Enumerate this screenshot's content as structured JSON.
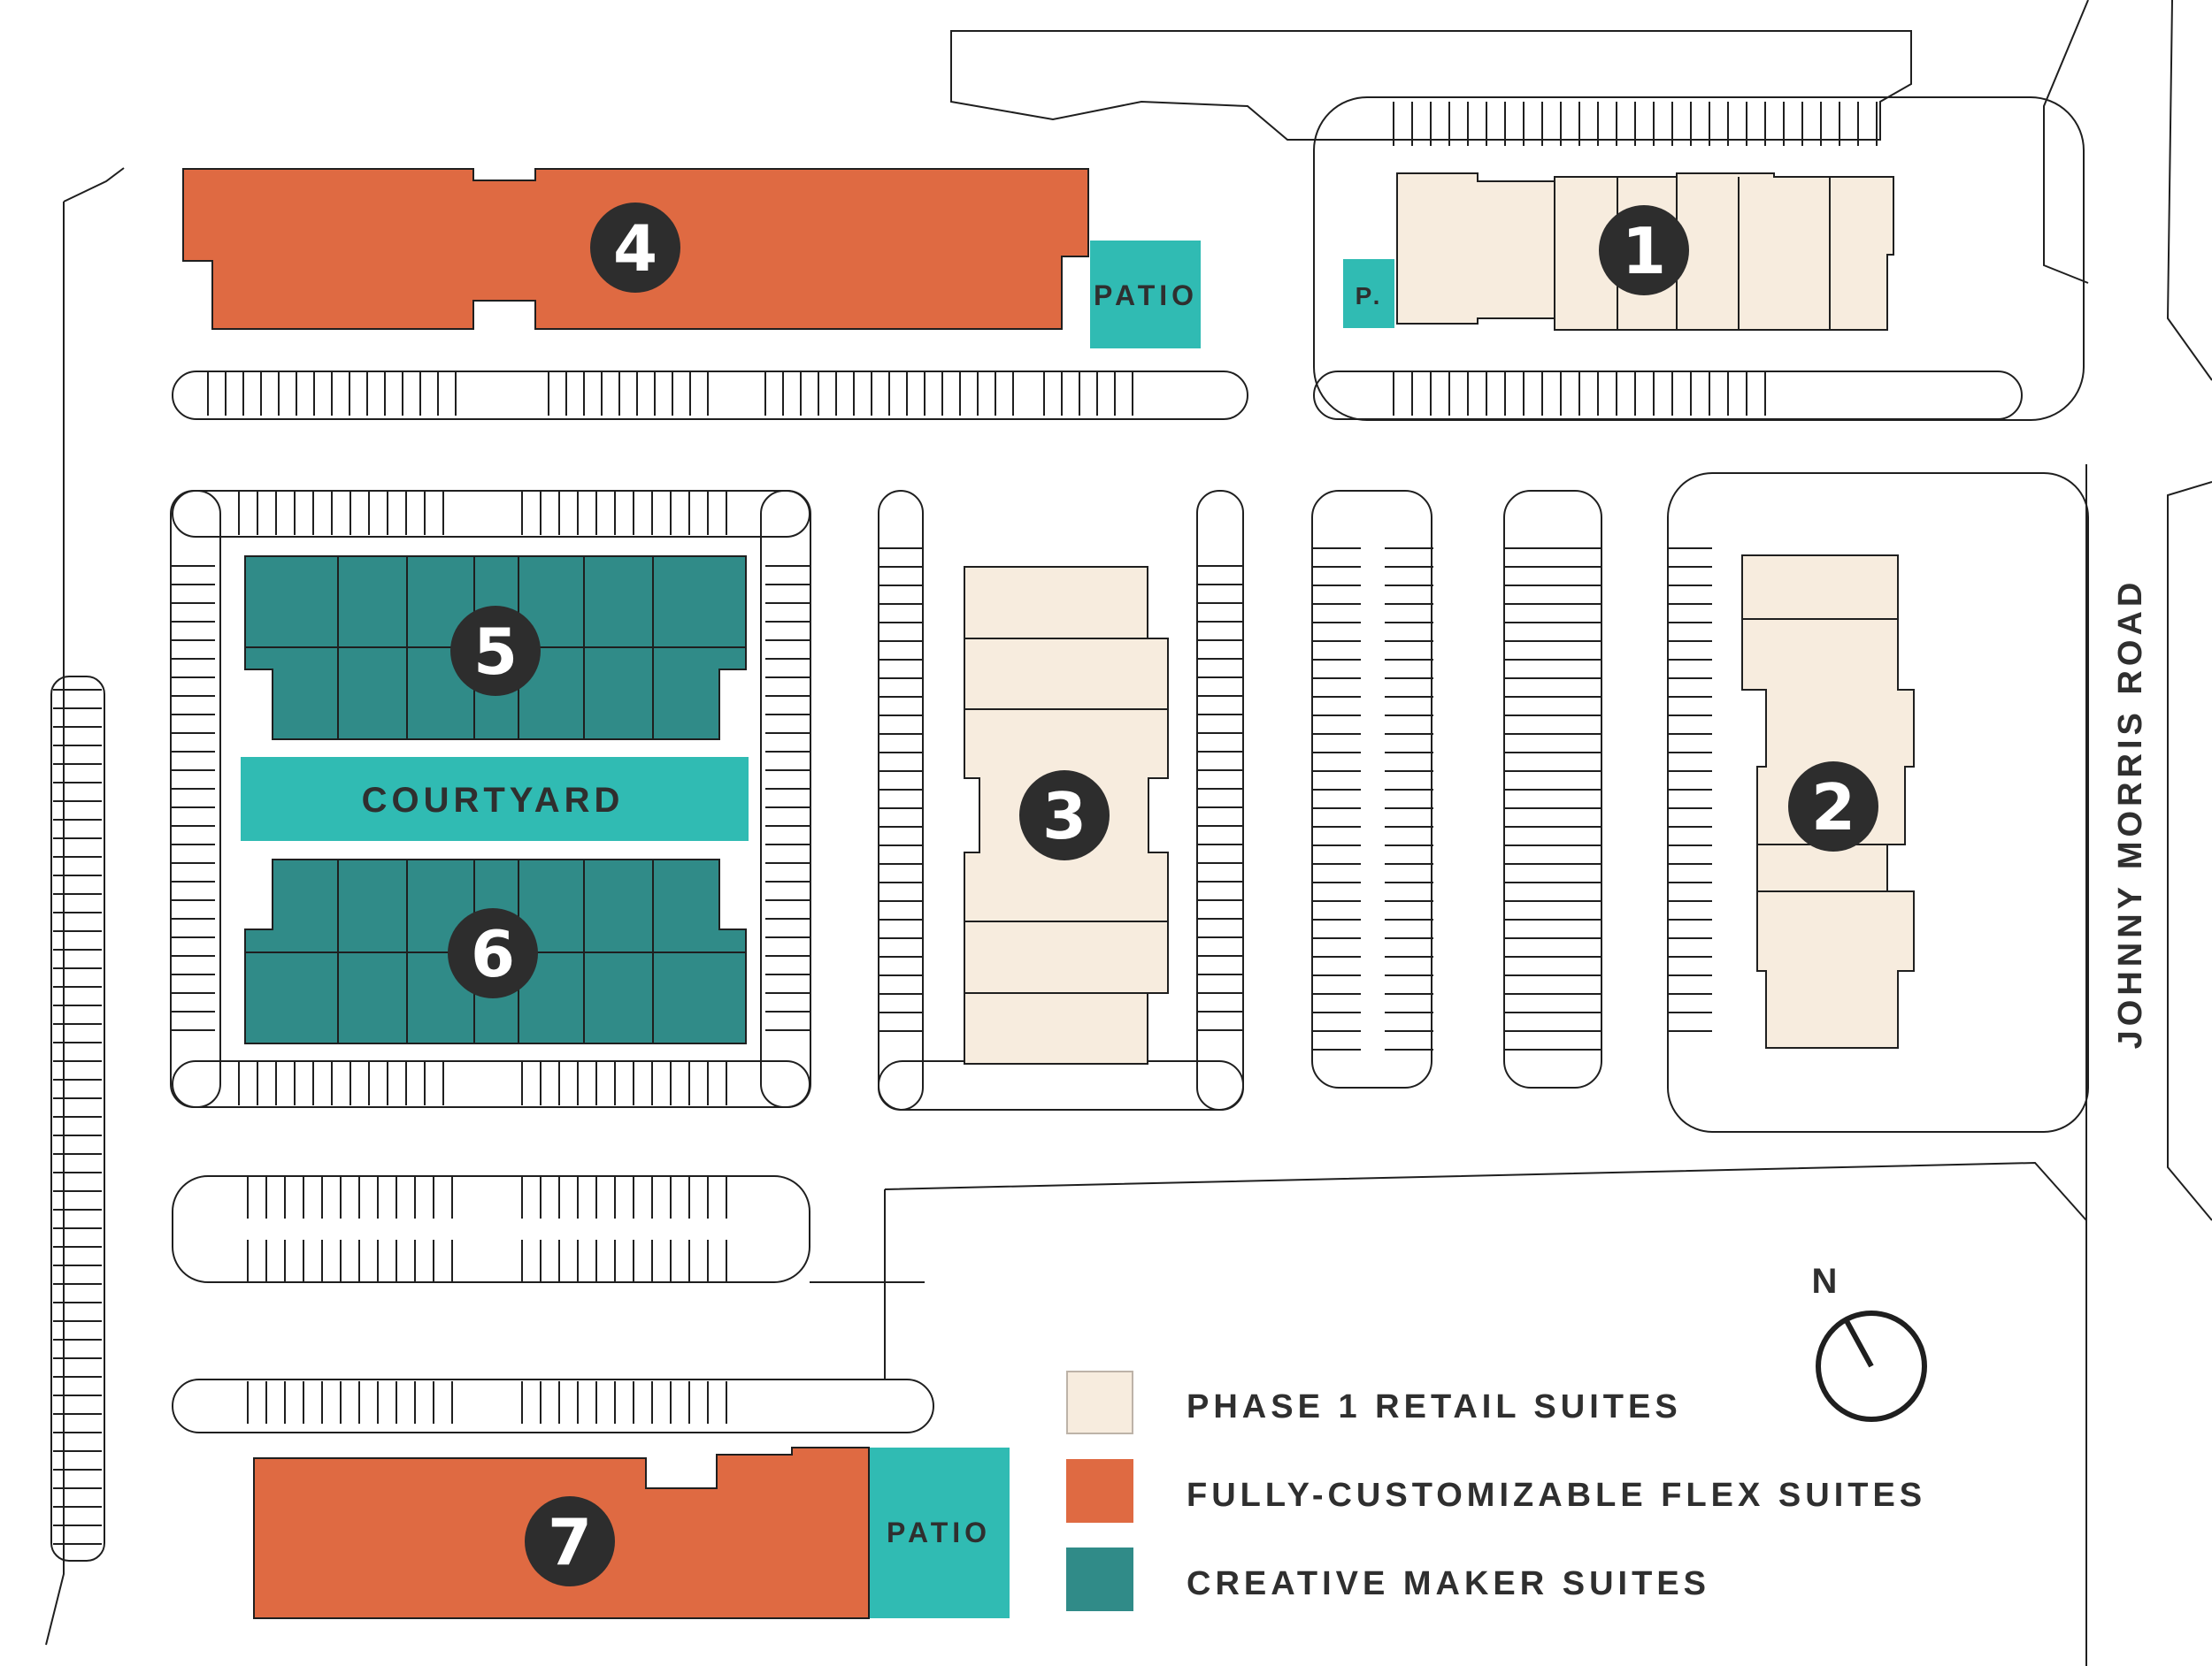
{
  "colors": {
    "retail": "#f7ecde",
    "flex": "#df6a42",
    "maker": "#308b88",
    "patio": "#30bbb3",
    "badge": "#2d2d2d",
    "outline": "#1f1f1f"
  },
  "buildings": [
    {
      "id": "1",
      "type": "retail"
    },
    {
      "id": "2",
      "type": "retail"
    },
    {
      "id": "3",
      "type": "retail"
    },
    {
      "id": "4",
      "type": "flex"
    },
    {
      "id": "5",
      "type": "maker"
    },
    {
      "id": "6",
      "type": "maker"
    },
    {
      "id": "7",
      "type": "flex"
    }
  ],
  "labels": {
    "patio": "PATIO",
    "patio_short": "P.",
    "courtyard": "COURTYARD",
    "road": "JOHNNY MORRIS ROAD",
    "north": "N"
  },
  "legend": [
    {
      "label": "PHASE 1 RETAIL SUITES",
      "color": "#f7ecde"
    },
    {
      "label": "FULLY-CUSTOMIZABLE FLEX SUITES",
      "color": "#df6a42"
    },
    {
      "label": "CREATIVE MAKER SUITES",
      "color": "#308b88"
    }
  ]
}
